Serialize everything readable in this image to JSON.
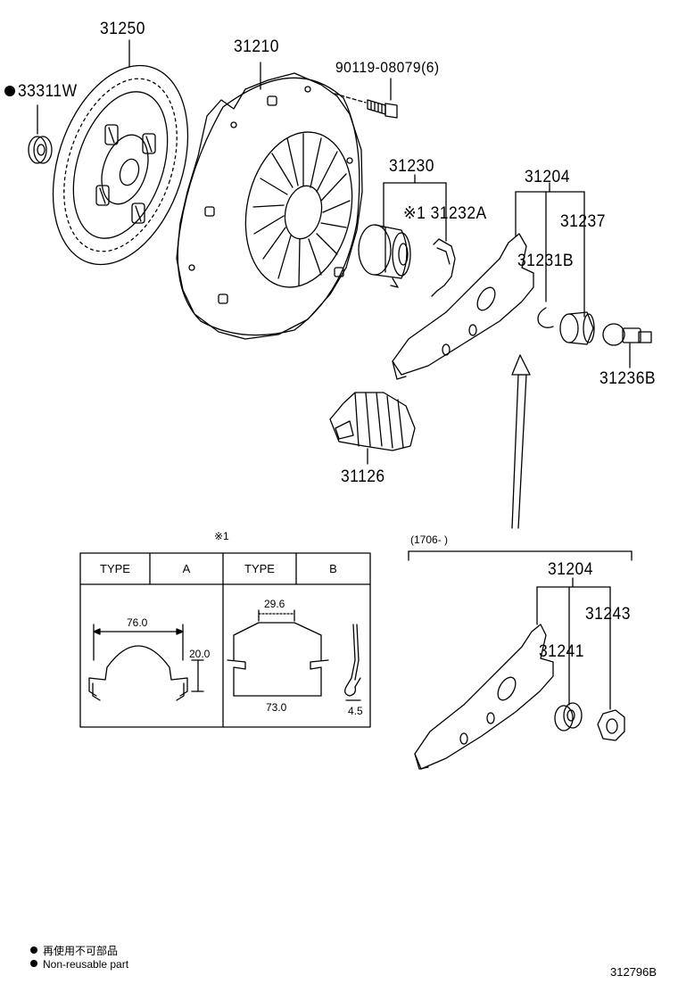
{
  "parts": {
    "p31250": "31250",
    "p31210": "31210",
    "p33311w": "33311W",
    "bolt": "90119-08079(6)",
    "p31230": "31230",
    "p31232a": "※1 31232A",
    "p31204_top": "31204",
    "p31237": "31237",
    "p31231b": "31231B",
    "p31236b": "31236B",
    "p31126": "31126",
    "p31204_bottom": "31204",
    "p31241": "31241",
    "p31243": "31243"
  },
  "date_range": "(1706-        )",
  "note_mark": "※1",
  "type_table": {
    "type_label_a": "TYPE",
    "type_value_a": "A",
    "type_label_b": "TYPE",
    "type_value_b": "B",
    "dims": {
      "a_width": "76.0",
      "a_height": "20.0",
      "b_top": "29.6",
      "b_bottom": "73.0",
      "b_thick": "4.5"
    }
  },
  "legend": {
    "jp": "再使用不可部品",
    "en": "Non-reusable part"
  },
  "drawing_code": "312796B"
}
